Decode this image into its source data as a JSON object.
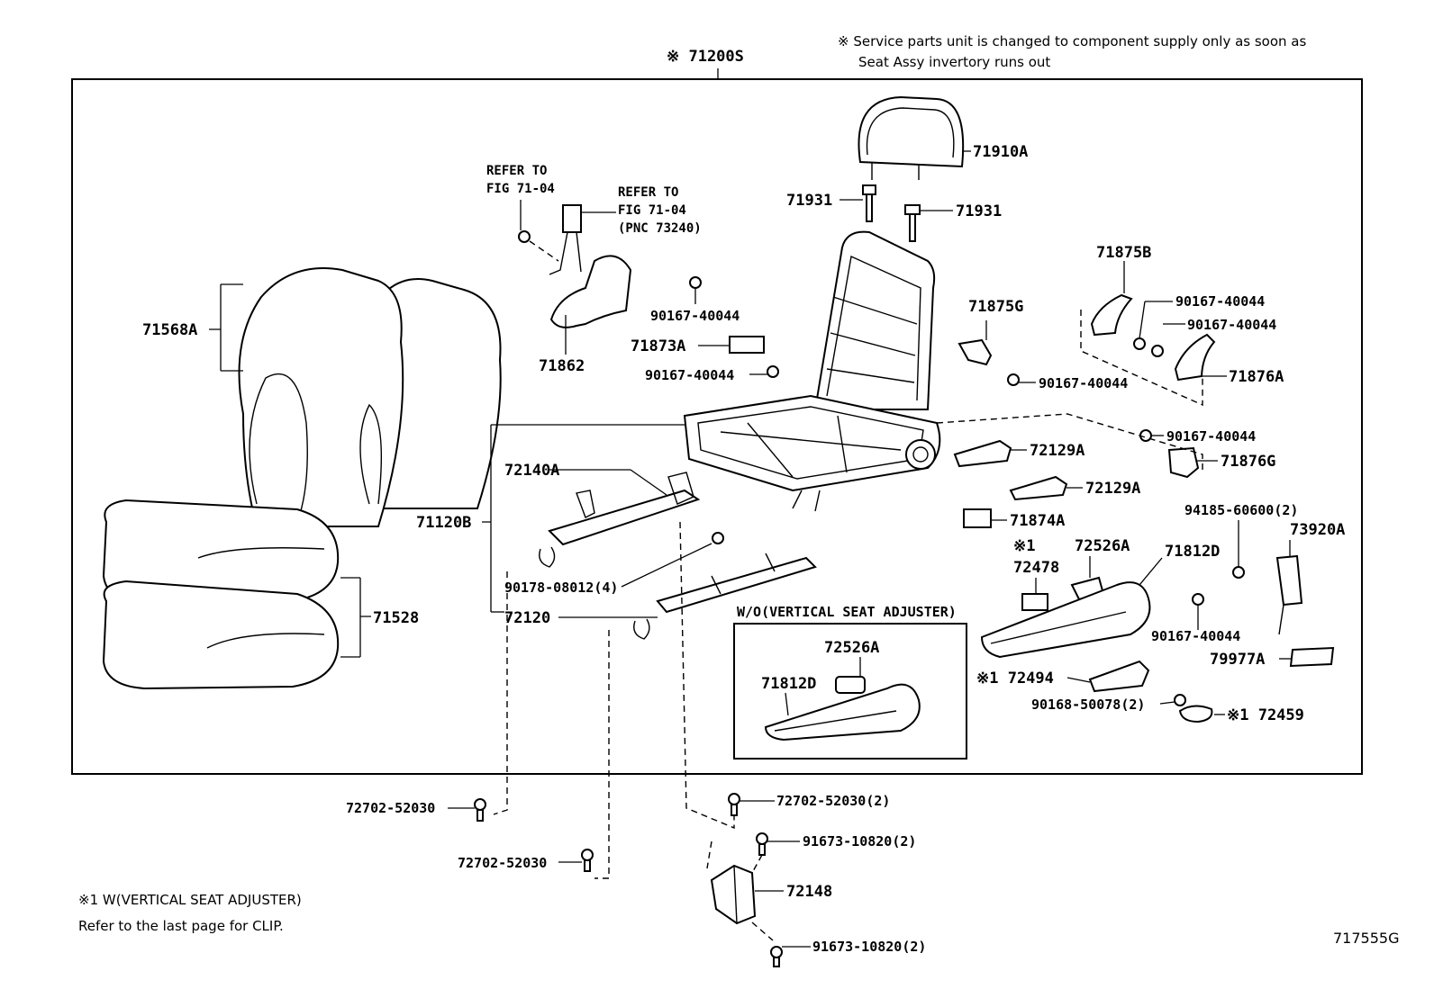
{
  "header": {
    "assembly": "※ 71200S",
    "service_note_line1": "※ Service parts unit is changed to component supply only as soon as",
    "service_note_line2": "Seat Assy invertory runs out"
  },
  "references": {
    "refer_a_line1": "REFER TO",
    "refer_a_line2": "FIG 71-04",
    "refer_b_line1": "REFER TO",
    "refer_b_line2": "FIG 71-04",
    "refer_b_line3": "(PNC 73240)"
  },
  "parts": {
    "p71910A": "71910A",
    "p71931_left": "71931",
    "p71931_right": "71931",
    "p71568A": "71568A",
    "p71862": "71862",
    "p90167_a": "90167-40044",
    "p71873A": "71873A",
    "p90167_b": "90167-40044",
    "p71875G": "71875G",
    "p90167_c": "90167-40044",
    "p71875B": "71875B",
    "p90167_d": "90167-40044",
    "p90167_e": "90167-40044",
    "p71876A": "71876A",
    "p90167_f": "90167-40044",
    "p71876G": "71876G",
    "p72129A_1": "72129A",
    "p72129A_2": "72129A",
    "p72140A": "72140A",
    "p71120B": "71120B",
    "p71874A": "71874A",
    "p94185": "94185-60600(2)",
    "p73920A": "73920A",
    "p72478_mark": "※1",
    "p72478": "72478",
    "p72526A": "72526A",
    "p71812D": "71812D",
    "p90178": "90178-08012(4)",
    "p72120": "72120",
    "p71528": "71528",
    "p90167_g": "90167-40044",
    "p79977A": "79977A",
    "p72494": "※1 72494",
    "p90168": "90168-50078(2)",
    "p72459": "※1 72459",
    "wo_title": "W/O(VERTICAL SEAT ADJUSTER)",
    "wo_72526A": "72526A",
    "wo_71812D": "71812D",
    "p72702_a": "72702-52030",
    "p72702_b": "72702-52030",
    "p72702_c": "72702-52030(2)",
    "p91673_a": "91673-10820(2)",
    "p72148": "72148",
    "p91673_b": "91673-10820(2)"
  },
  "footer": {
    "legend_line1": "※1  W(VERTICAL SEAT ADJUSTER)",
    "legend_line2": "Refer to the last page for CLIP.",
    "figure_id": "717555G"
  }
}
